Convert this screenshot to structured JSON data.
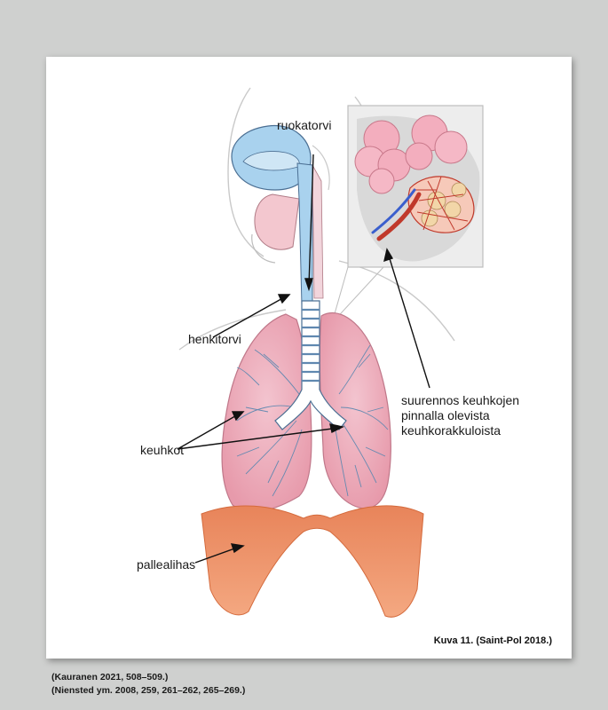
{
  "labels": {
    "esophagus": "ruokatorvi",
    "trachea": "henkitorvi",
    "lungs": "keuhkot",
    "diaphragm": "pallealihas",
    "alveoli_line1": "suurennos keuhkojen",
    "alveoli_line2": "pinnalla olevista",
    "alveoli_line3": "keuhkorakkuloista"
  },
  "caption": "Kuva 11. (Saint-Pol 2018.)",
  "references": [
    "(Kauranen 2021, 508–509.)",
    "(Niensted ym. 2008, 259, 261–262, 265–269.)"
  ]
}
